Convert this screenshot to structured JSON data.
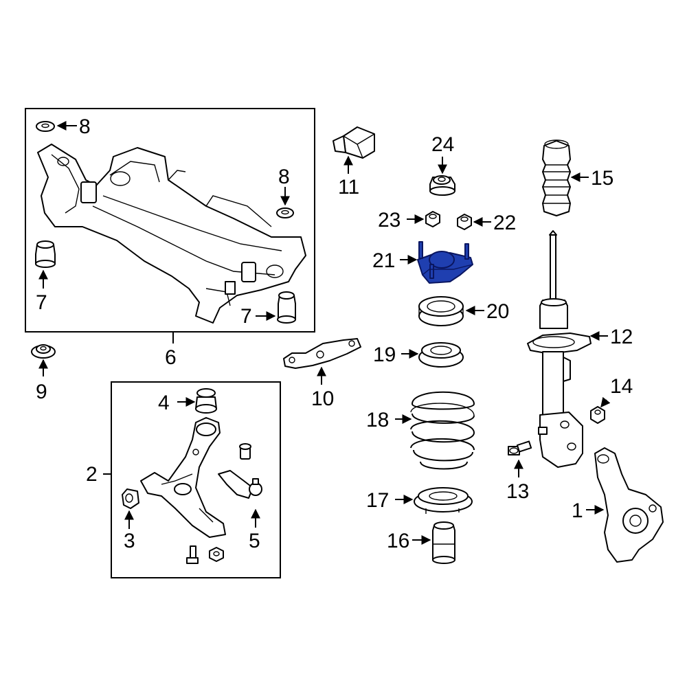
{
  "highlight_color": "#1f3fb0",
  "callouts": {
    "c1": "1",
    "c2": "2",
    "c3": "3",
    "c4": "4",
    "c5": "5",
    "c6": "6",
    "c7a": "7",
    "c7b": "7",
    "c8a": "8",
    "c8b": "8",
    "c9": "9",
    "c10": "10",
    "c11": "11",
    "c12": "12",
    "c13": "13",
    "c14": "14",
    "c15": "15",
    "c16": "16",
    "c17": "17",
    "c18": "18",
    "c19": "19",
    "c20": "20",
    "c21": "21",
    "c22": "22",
    "c23": "23",
    "c24": "24"
  }
}
